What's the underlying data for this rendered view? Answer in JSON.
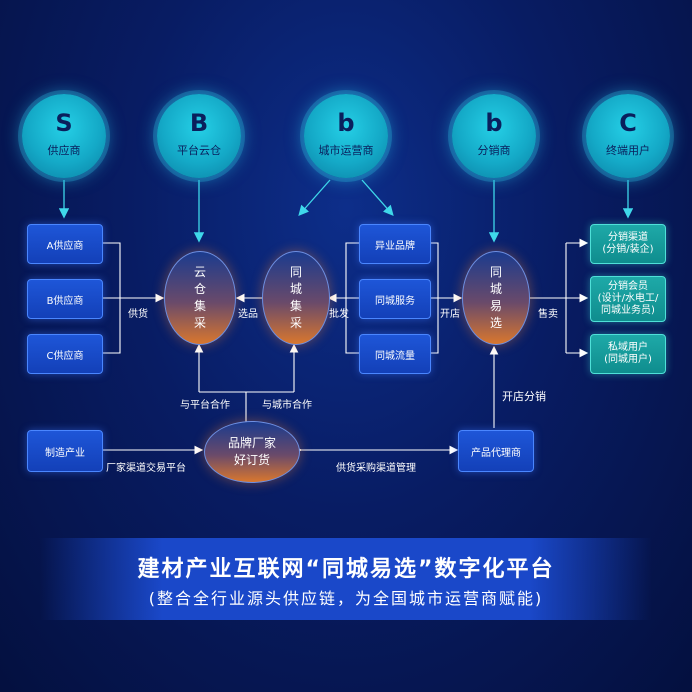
{
  "circles": [
    {
      "letter": "S",
      "label": "供应商"
    },
    {
      "letter": "B",
      "label": "平台云仓"
    },
    {
      "letter": "b",
      "label": "城市运营商"
    },
    {
      "letter": "b",
      "label": "分销商"
    },
    {
      "letter": "C",
      "label": "终端用户"
    }
  ],
  "suppliers": [
    "A供应商",
    "B供应商",
    "C供应商"
  ],
  "products": [
    "异业品牌",
    "同城服务",
    "同城流量"
  ],
  "channels": [
    {
      "l1": "分销渠道",
      "l2": "(分销/装企)",
      "l3": ""
    },
    {
      "l1": "分销会员",
      "l2": "(设计/水电工/",
      "l3": "同城业务员)"
    },
    {
      "l1": "私域用户",
      "l2": "(同城用户)",
      "l3": ""
    }
  ],
  "ovals": {
    "cloud": [
      "云",
      "仓",
      "集",
      "采"
    ],
    "city": [
      "同",
      "城",
      "集",
      "采"
    ],
    "select": [
      "同",
      "城",
      "易",
      "选"
    ],
    "brand": [
      "品牌厂家",
      "好订货"
    ]
  },
  "bottom_boxes": {
    "maker": "制造产业",
    "agent": "产品代理商"
  },
  "labels": {
    "supply": "供货",
    "pick": "选品",
    "wholesale": "批发",
    "open": "开店",
    "sell": "售卖",
    "platform_coop": "与平台合作",
    "city_coop": "与城市合作",
    "open_dist": "开店分销",
    "maker_platform": "厂家渠道交易平台",
    "supply_manage": "供货采购渠道管理"
  },
  "title": "建材产业互联网“同城易选”数字化平台",
  "subtitle": "(整合全行业源头供应链，为全国城市运营商赋能)"
}
